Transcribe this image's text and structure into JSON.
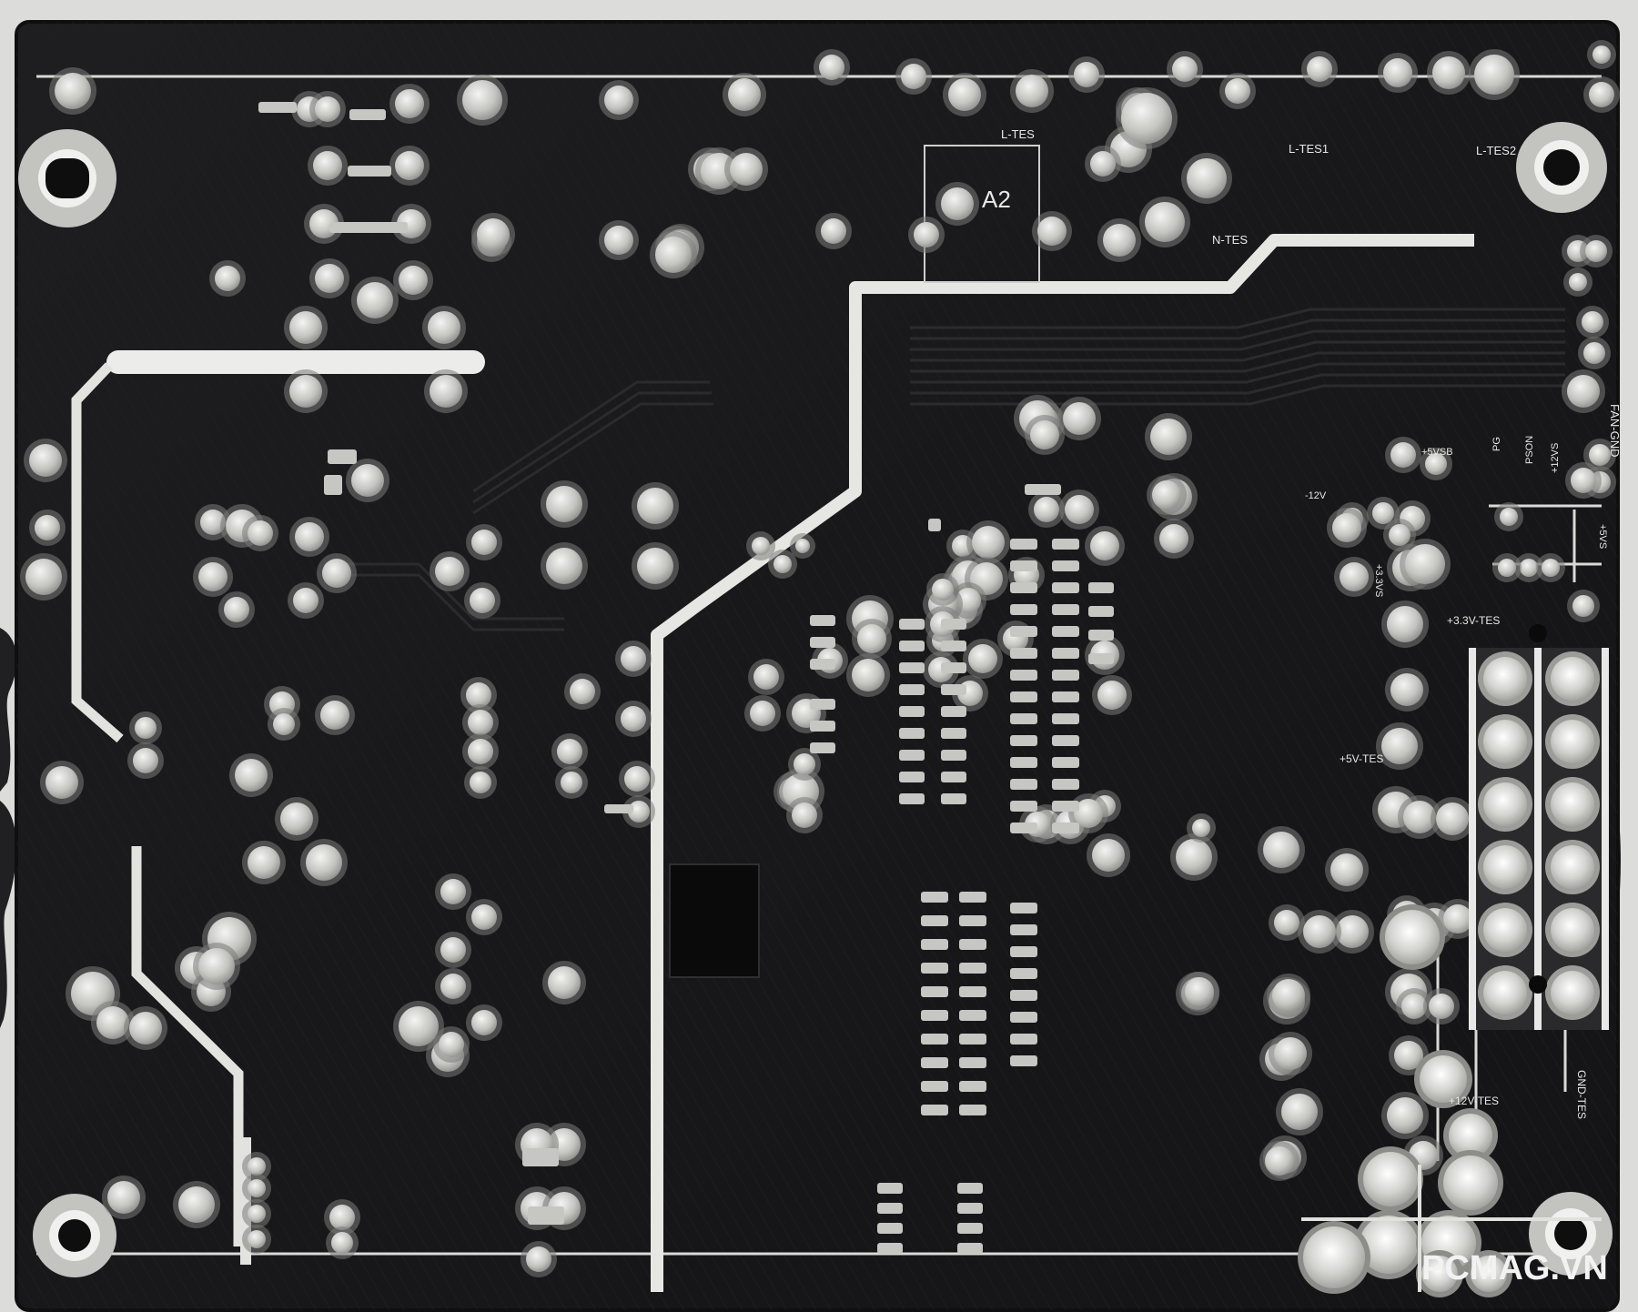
{
  "photo": {
    "subject": "PCB underside",
    "colors": {
      "background": "#dcdcda",
      "board": "#1a1a1b",
      "board_edge": "#0f0f10",
      "solder": "#c9c9c6",
      "silkscreen": "#e8e8e6",
      "trace": "#262628",
      "cable": "#202022"
    },
    "labels": {
      "a2": "A2",
      "l_tes": "L-TES",
      "l_tes1": "L-TES1",
      "l_tes2": "L-TES2",
      "n_tes": "N-TES",
      "fan_gnd": "FAN-GND",
      "plus5vsb": "+5VSB",
      "pg": "PG",
      "pson": "PSON",
      "plus12vs": "+12VS",
      "minus12v": "-12V",
      "plus33vs": "+3.3VS",
      "plus5vs": "+5VS",
      "plus33v_tes": "+3.3V-TES",
      "plus5v_tes": "+5V-TES",
      "plus12v_tes": "+12V-TES",
      "gnd_tes": "GND-TES"
    },
    "watermark": "PCMAG.VN"
  }
}
